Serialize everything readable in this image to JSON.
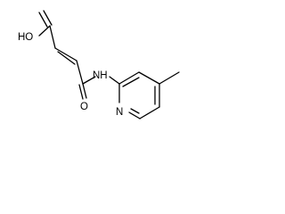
{
  "molecule": {
    "atoms": {
      "hydroxyl": "HO",
      "carbonyl_oxygen": "O",
      "amide_nitrogen": "NH",
      "ring_nitrogen": "N"
    }
  }
}
